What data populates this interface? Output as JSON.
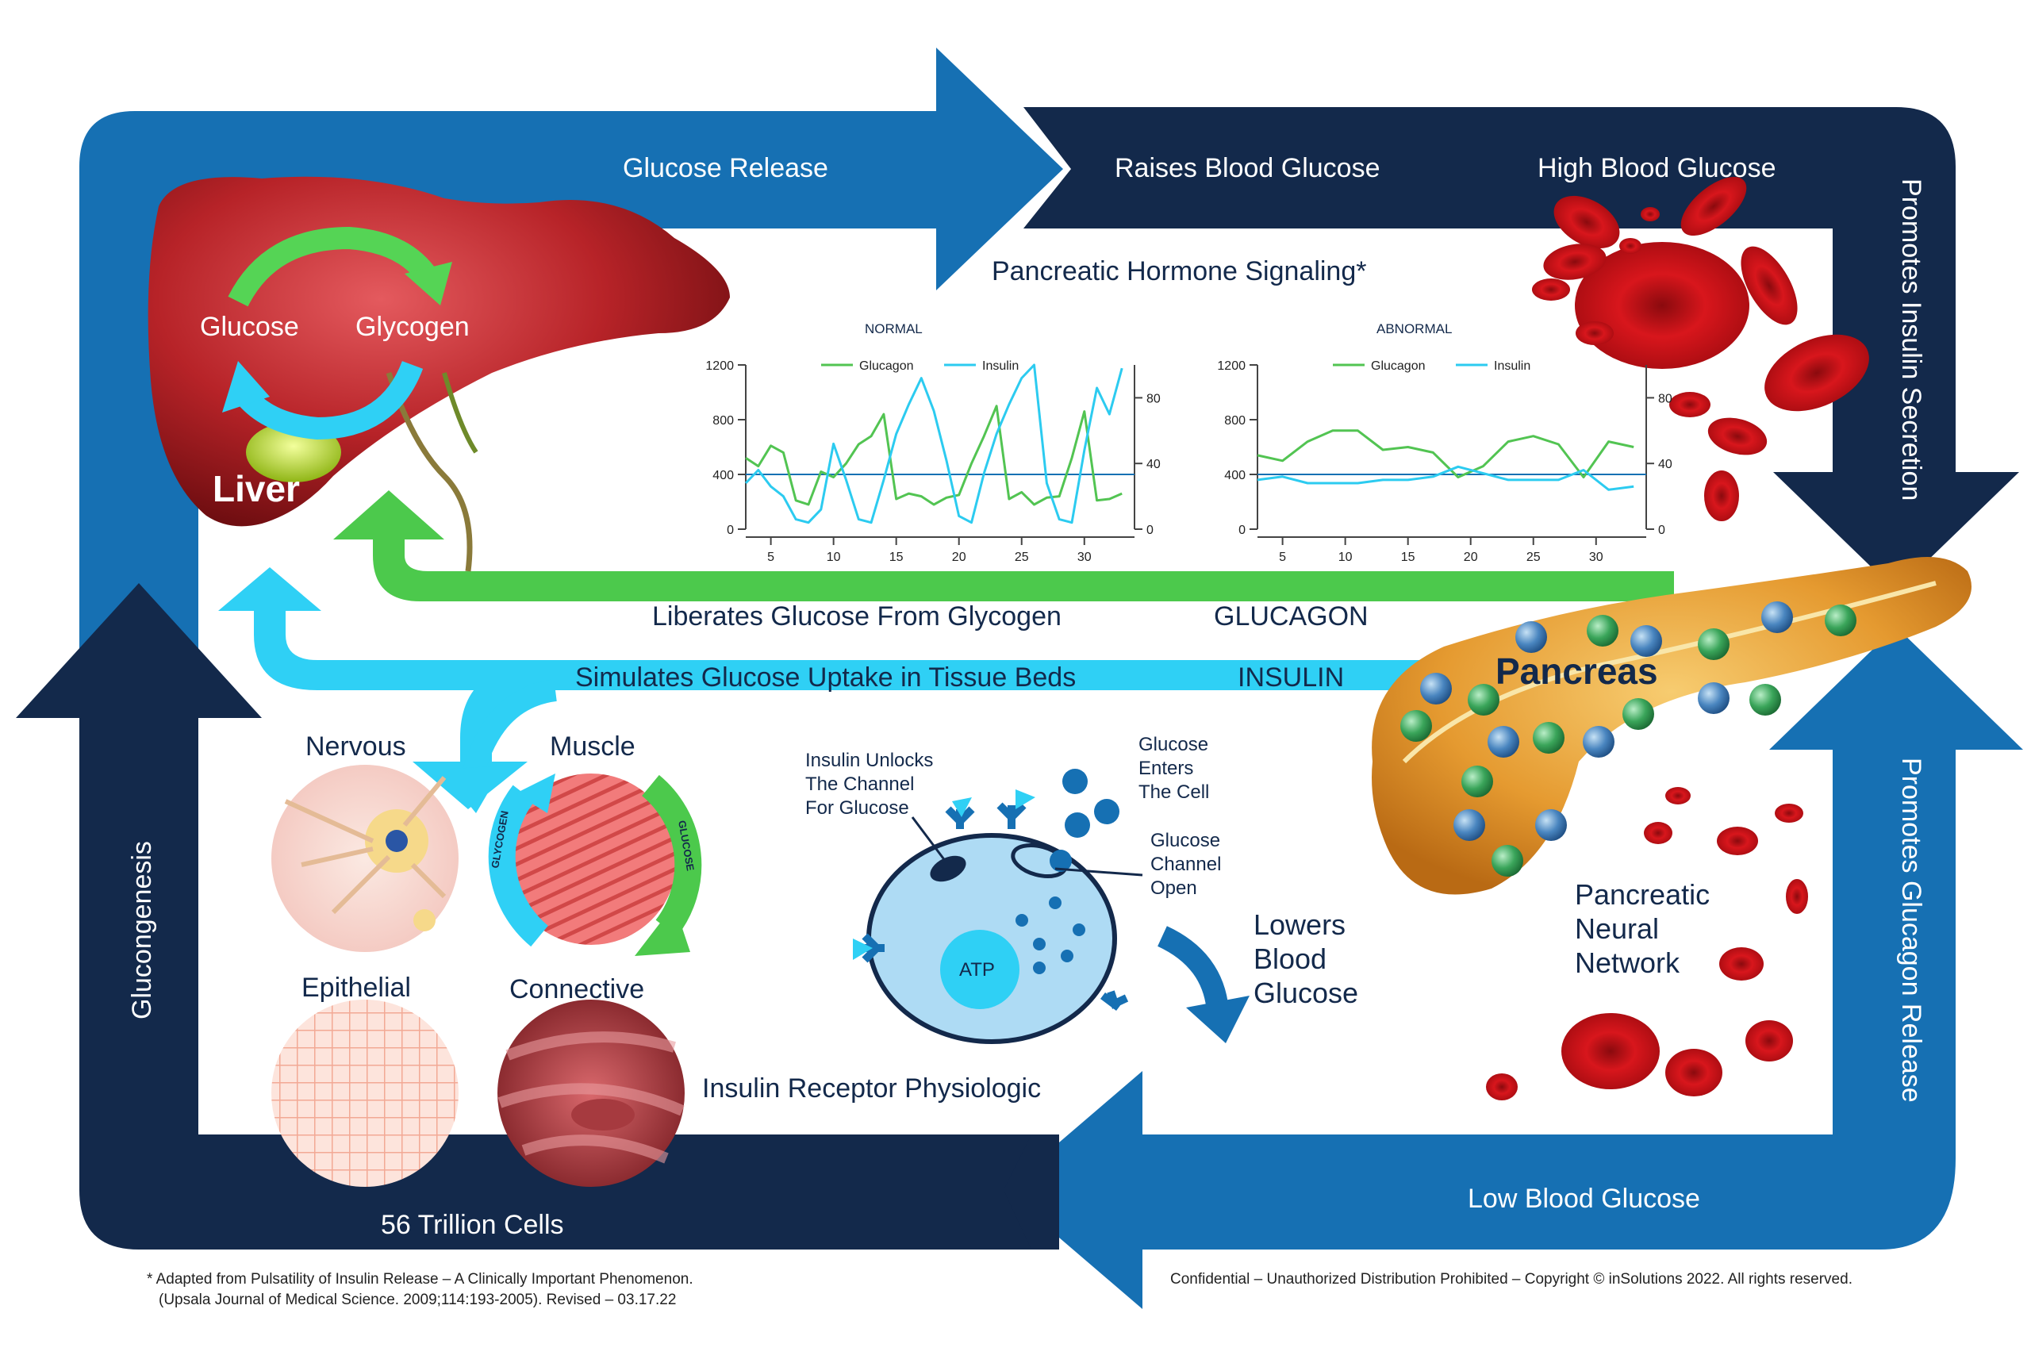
{
  "colors": {
    "navy": "#13294b",
    "blue": "#1670b3",
    "light_blue": "#2fd0f5",
    "green": "#4cc94c",
    "liver": "#a81e20",
    "pancreas": "#e8a33a",
    "blood": "#c41116"
  },
  "cycle": {
    "glucose_release": "Glucose Release",
    "raises_blood_glucose": "Raises Blood Glucose",
    "high_blood_glucose": "High Blood Glucose",
    "promotes_insulin_secretion": "Promotes Insulin Secretion",
    "promotes_glucagon_release": "Promotes Glucagon Release",
    "low_blood_glucose": "Low Blood Glucose",
    "gluconeogenesis": "Glucongenesis"
  },
  "liver": {
    "label": "Liver",
    "glucose": "Glucose",
    "glycogen": "Glycogen"
  },
  "hormones": {
    "glucagon_path": "Liberates Glucose From Glycogen",
    "glucagon_label": "GLUCAGON",
    "insulin_path": "Simulates Glucose Uptake in Tissue Beds",
    "insulin_label": "INSULIN"
  },
  "pancreas": {
    "label": "Pancreas",
    "neural_network": [
      "Pancreatic",
      "Neural",
      "Network"
    ]
  },
  "signaling": {
    "title": "Pancreatic Hormone Signaling*"
  },
  "tissues": {
    "nervous": "Nervous",
    "muscle": "Muscle",
    "epithelial": "Epithelial",
    "connective": "Connective",
    "cells_count": "56 Trillion Cells",
    "muscle_ring_glycogen": "GLYCOGEN",
    "muscle_ring_glucose": "GLUCOSE"
  },
  "receptor": {
    "title": "Insulin Receptor Physiologic",
    "unlocks": [
      "Insulin Unlocks",
      "The Channel",
      "For Glucose"
    ],
    "enters": [
      "Glucose",
      "Enters",
      "The Cell"
    ],
    "channel_open": [
      "Glucose",
      "Channel",
      "Open"
    ],
    "atp": "ATP",
    "lowers": [
      "Lowers",
      "Blood",
      "Glucose"
    ]
  },
  "chart_data": [
    {
      "type": "line",
      "title": "NORMAL",
      "x_ticks": [
        5,
        10,
        15,
        20,
        25,
        30
      ],
      "xlim": [
        3,
        34
      ],
      "y_left_ticks": [
        0,
        400,
        800,
        1200
      ],
      "y_left_lim": [
        0,
        1200
      ],
      "y_right_ticks": [
        0,
        40,
        80
      ],
      "y_right_lim": [
        0,
        100
      ],
      "reference_line": 400,
      "legend_position": "top",
      "series": [
        {
          "name": "Glucagon",
          "axis": "left",
          "color": "#52c452",
          "x": [
            3,
            4,
            5,
            6,
            7,
            8,
            9,
            10,
            11,
            12,
            13,
            14,
            15,
            16,
            17,
            18,
            19,
            20,
            21,
            22,
            23,
            24,
            25,
            26,
            27,
            28,
            29,
            30,
            31,
            32,
            33
          ],
          "y": [
            520,
            460,
            610,
            560,
            210,
            180,
            420,
            380,
            480,
            620,
            680,
            840,
            220,
            260,
            240,
            180,
            230,
            250,
            480,
            680,
            900,
            220,
            270,
            180,
            230,
            240,
            520,
            860,
            210,
            220,
            260
          ]
        },
        {
          "name": "Insulin",
          "axis": "right",
          "color": "#2ccbf0",
          "x": [
            3,
            4,
            5,
            6,
            7,
            8,
            9,
            10,
            11,
            12,
            13,
            14,
            15,
            16,
            17,
            18,
            19,
            20,
            21,
            22,
            23,
            24,
            25,
            26,
            27,
            28,
            29,
            30,
            31,
            32,
            33
          ],
          "y": [
            28,
            36,
            26,
            20,
            6,
            4,
            12,
            52,
            30,
            6,
            4,
            30,
            58,
            76,
            92,
            72,
            42,
            8,
            4,
            34,
            58,
            76,
            92,
            100,
            28,
            6,
            4,
            48,
            86,
            70,
            98
          ]
        }
      ]
    },
    {
      "type": "line",
      "title": "ABNORMAL",
      "x_ticks": [
        5,
        10,
        15,
        20,
        25,
        30
      ],
      "xlim": [
        3,
        34
      ],
      "y_left_ticks": [
        0,
        400,
        800,
        1200
      ],
      "y_left_lim": [
        0,
        1200
      ],
      "y_right_ticks": [
        0,
        40,
        80
      ],
      "y_right_lim": [
        0,
        100
      ],
      "reference_line": 400,
      "legend_position": "top",
      "series": [
        {
          "name": "Glucagon",
          "axis": "left",
          "color": "#52c452",
          "x": [
            3,
            5,
            7,
            9,
            11,
            13,
            15,
            17,
            19,
            21,
            23,
            25,
            27,
            29,
            31,
            33
          ],
          "y": [
            540,
            500,
            640,
            720,
            720,
            580,
            600,
            560,
            380,
            460,
            640,
            680,
            620,
            380,
            640,
            600
          ]
        },
        {
          "name": "Insulin",
          "axis": "right",
          "color": "#2ccbf0",
          "x": [
            3,
            5,
            7,
            9,
            11,
            13,
            15,
            17,
            19,
            21,
            23,
            25,
            27,
            29,
            31,
            33
          ],
          "y": [
            30,
            32,
            28,
            28,
            28,
            30,
            30,
            32,
            38,
            34,
            30,
            30,
            30,
            36,
            24,
            26
          ]
        }
      ]
    }
  ],
  "footer": {
    "note_line1": "* Adapted from Pulsatility of Insulin Release – A Clinically Important Phenomenon.",
    "note_line2": "(Upsala Journal of  Medical Science. 2009;114:193-2005). Revised – 03.17.22",
    "copyright": "Confidential – Unauthorized Distribution Prohibited – Copyright © inSolutions 2022. All rights reserved."
  }
}
